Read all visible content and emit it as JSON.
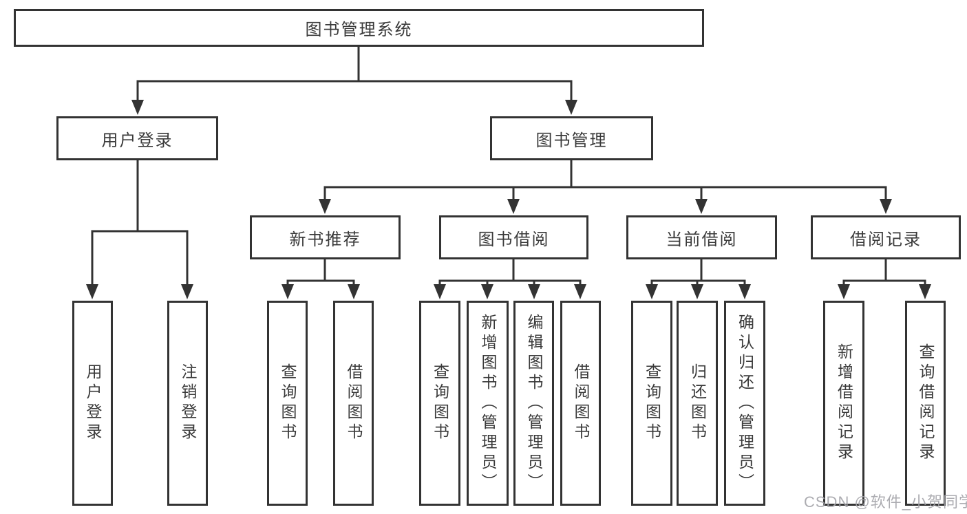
{
  "tree": {
    "label": "图书管理系统",
    "children": [
      {
        "label": "用户登录",
        "children": [
          {
            "label": "用户登录"
          },
          {
            "label": "注销登录"
          }
        ]
      },
      {
        "label": "图书管理",
        "children": [
          {
            "label": "新书推荐",
            "children": [
              {
                "label": "查询图书"
              },
              {
                "label": "借阅图书"
              }
            ]
          },
          {
            "label": "图书借阅",
            "children": [
              {
                "label": "查询图书"
              },
              {
                "label": "新增图书（管理员）"
              },
              {
                "label": "编辑图书（管理员）"
              },
              {
                "label": "借阅图书"
              }
            ]
          },
          {
            "label": "当前借阅",
            "children": [
              {
                "label": "查询图书"
              },
              {
                "label": "归还图书"
              },
              {
                "label": "确认归还（管理员）"
              }
            ]
          },
          {
            "label": "借阅记录",
            "children": [
              {
                "label": "新增借阅记录"
              },
              {
                "label": "查询借阅记录"
              }
            ]
          }
        ]
      }
    ]
  },
  "watermark": {
    "text": "CSDN @软件_小贺同学"
  },
  "colors": {
    "line": "#333333",
    "text": "#3a3a3a",
    "watermark": "#a3a3a8",
    "background": "#ffffff"
  }
}
